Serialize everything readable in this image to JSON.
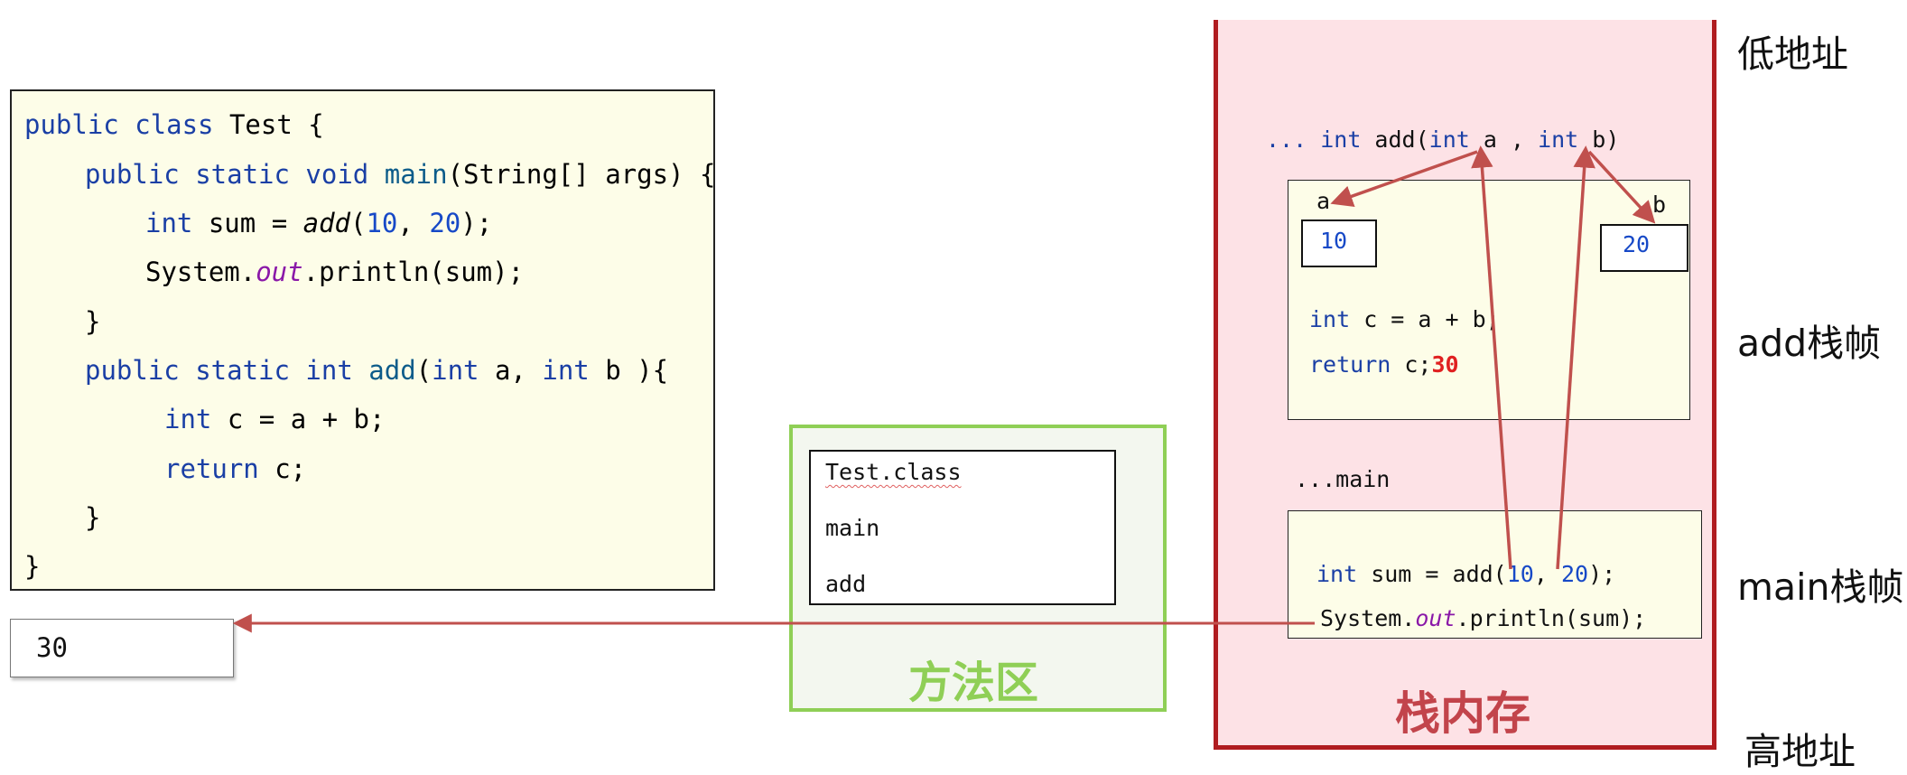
{
  "code": {
    "line1": {
      "kw": "public class",
      "rest": " Test {"
    },
    "line2": {
      "kw": "public static void",
      "fn": " main",
      "rest": "(String[] args) {"
    },
    "line3": {
      "kw": "int",
      "a": " sum = ",
      "fn": "add",
      "b": "(",
      "n1": "10",
      "c": ", ",
      "n2": "20",
      "d": ");"
    },
    "line4": {
      "a": "System.",
      "field": "out",
      "b": ".println(sum);"
    },
    "line5": "}",
    "line6": {
      "kw": "public static int",
      "fn": " add",
      "a": "(",
      "kw2": "int",
      "b": " a, ",
      "kw3": "int",
      "c": " b ){"
    },
    "line7": {
      "kw": "int",
      "rest": " c = a + b;"
    },
    "line8": {
      "kw": "return",
      "rest": " c;"
    },
    "line9": "}",
    "line10": "}"
  },
  "output": "30",
  "method_area": {
    "title": "方法区",
    "items": [
      "Test.class",
      "main",
      "add"
    ]
  },
  "stack": {
    "title": "栈内存",
    "add_signature": {
      "a": "... ",
      "kw": "int",
      "b": " add(",
      "kw2": "int",
      "c": " a , ",
      "kw3": "int",
      "d": " b)"
    },
    "param_a_label": "a",
    "param_b_label": "b",
    "param_a_value": "10",
    "param_b_value": "20",
    "add_line1": {
      "kw": "int",
      "rest": " c = a + b;"
    },
    "add_line2": {
      "kw": "return",
      "rest": " c;"
    },
    "return_value": "30",
    "main_label": "...main",
    "main_line1": {
      "kw": "int",
      "a": " sum = add(",
      "n1": "10",
      "b": ", ",
      "n2": "20",
      "c": ");"
    },
    "main_line2": {
      "a": "System.",
      "field": "out",
      "b": ".println(sum);"
    }
  },
  "labels": {
    "low_address": "低地址",
    "add_frame": "add栈帧",
    "main_frame": "main栈帧",
    "high_address": "高地址"
  },
  "colors": {
    "keyword": "#1a3fa5",
    "number": "#1749c7",
    "field": "#8a18a8",
    "arrow": "#c0504d",
    "stack_border": "#b01c20",
    "method_border": "#8fcf56"
  }
}
